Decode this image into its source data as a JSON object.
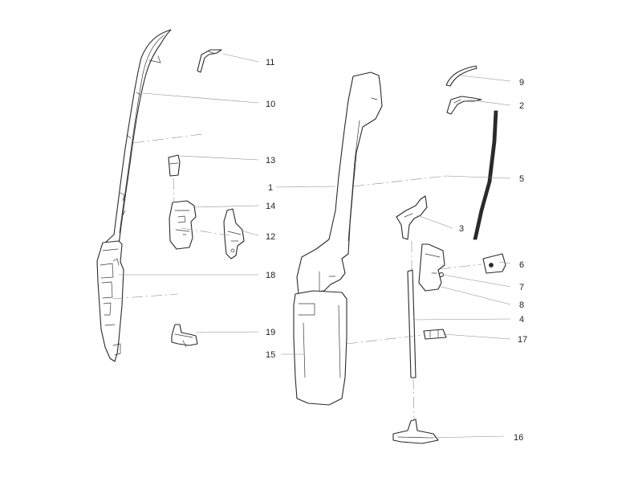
{
  "callouts": [
    "1",
    "2",
    "3",
    "4",
    "5",
    "6",
    "7",
    "8",
    "9",
    "10",
    "11",
    "12",
    "13",
    "14",
    "15",
    "16",
    "17",
    "18",
    "19"
  ],
  "colors": {
    "line": "#2a2a2a",
    "leader": "#8c8c8c",
    "background": "#ffffff",
    "text": "#222222"
  }
}
